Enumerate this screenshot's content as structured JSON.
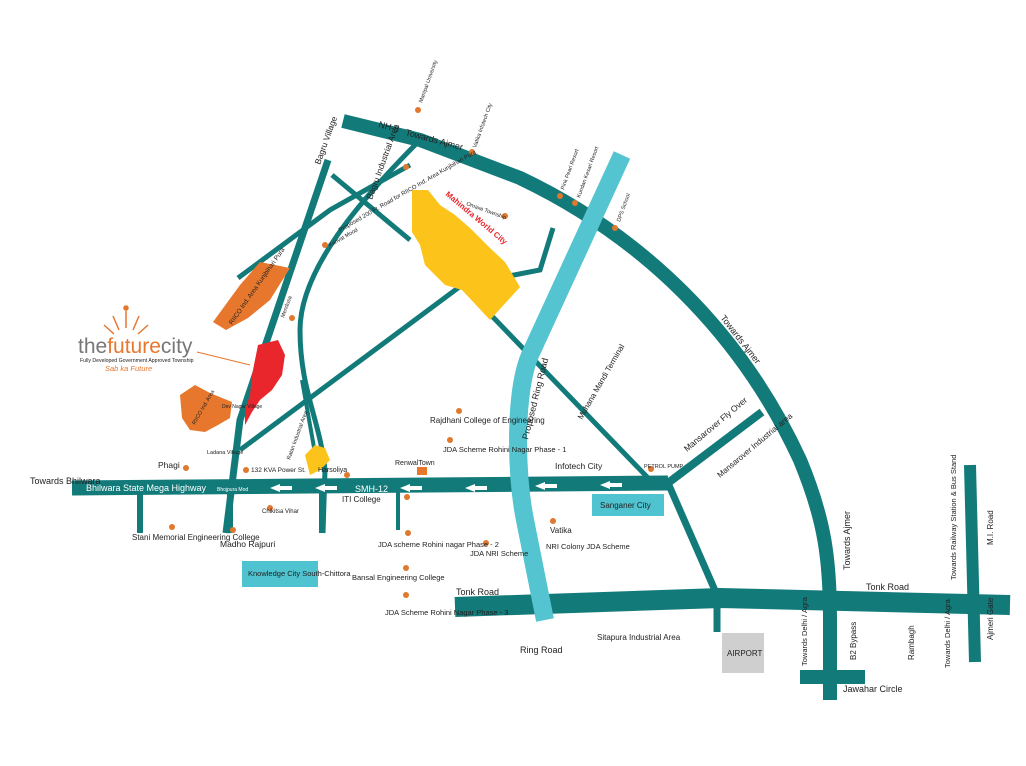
{
  "colors": {
    "road": "#137a7a",
    "ring_road": "#53c4d0",
    "brand_orange": "#e8772e",
    "site_red": "#e8262b",
    "mahindra_yellow": "#fcc41a",
    "airport_grey": "#cfcfcf",
    "dot": "#e0782e"
  },
  "brand": {
    "name_part1": "the",
    "name_part2": "future",
    "name_part3": "city",
    "tagline": "Fully Developed Government Approved Township",
    "slogan": "Sab ka Future"
  },
  "roads": {
    "nh8": "NH-8",
    "towards_ajmer_top": "Towards Ajmer",
    "towards_ajmer_right": "Towards Ajmer",
    "towards_ajmer_vertical": "Towards Ajmer",
    "bhilwara_highway": "Bhilwara State Mega Highway",
    "towards_bhilwara": "Towards Bhilwara",
    "smh12": "SMH-12",
    "proposed_ring_road": "Proposed Ring Road",
    "tonk_road_left": "Tonk Road",
    "tonk_road_right": "Tonk Road",
    "ring_road": "Ring Road",
    "mi_road": "M.I. Road",
    "towards_railway": "Towards Railway Station & Bus Stand",
    "ajmeri_gate": "Ajmeri Gate",
    "towards_delhi_agra_1": "Towards Delhi / Agra",
    "towards_delhi_agra_2": "Towards Delhi / Agra",
    "b2_bypass": "B2 Bypass",
    "rambagh": "Rambagh",
    "jawahar_circle": "Jawahar Circle",
    "mansarover_flyover": "Mansarover Fly Over",
    "proposed_200ft": "Proposed 200 Ft. Road for RIICO Ind. Area Kunjbihari Pura"
  },
  "places": {
    "bagru_village": "Bagru Village",
    "bagru_industrial": "Bagru Industrial Area",
    "manipal": "Manipal University",
    "vatika_infotech": "Vatika Infotech City",
    "pink_pearl": "Pink Pearl Resort",
    "kundan_kesari": "Kundan Kesari Resort",
    "dps": "DPS School",
    "omaxe": "Omaxe Township",
    "mahindra": "Mahindra World City",
    "kanvat_mood": "Kanvat Mood",
    "mendusa": "Mendusa",
    "riico_kunjbihari": "RIICO Ind. Area Kunjbihari Pura",
    "riico_dev": "RIICO Ind. Area",
    "dev_nagar": "Dev Nagar Village",
    "ladana": "Ladana Village",
    "phagi": "Phagi",
    "kva": "132 KVA Power St.",
    "bhojpura": "Bhojpura Mod",
    "ratan": "Ratan Industrial Area",
    "harsoliya": "Harsoliya",
    "chikitsa": "Chikitsa Vihar",
    "stani": "Stani Memorial Engineering College",
    "madho": "Madho Rajpuri",
    "knowledge": "Knowledge City South-Chittora",
    "renwal": "RenwalTown",
    "iti": "ITI College",
    "rajdhani": "Rajdhani College of Engineering",
    "jda_phase1": "JDA Scheme Rohini Nagar Phase - 1",
    "infotech": "Infotech City",
    "petrol": "PETROL PUMP",
    "sanganer": "Sanganer City",
    "mansarover_ind": "Mansarover Industrial area",
    "muhana": "Muhana Mandi Terminal",
    "vatika": "Vatika",
    "nri_colony": "NRI Colony JDA Scheme",
    "jda_phase2": "JDA scheme Rohini nagar Phase - 2",
    "jda_nri": "JDA NRI Scheme",
    "bansal": "Bansal Engineering College",
    "jda_phase3": "JDA Scheme Rohini Nagar Phase - 3",
    "sitapura": "Sitapura Industrial Area",
    "airport": "AIRPORT"
  }
}
